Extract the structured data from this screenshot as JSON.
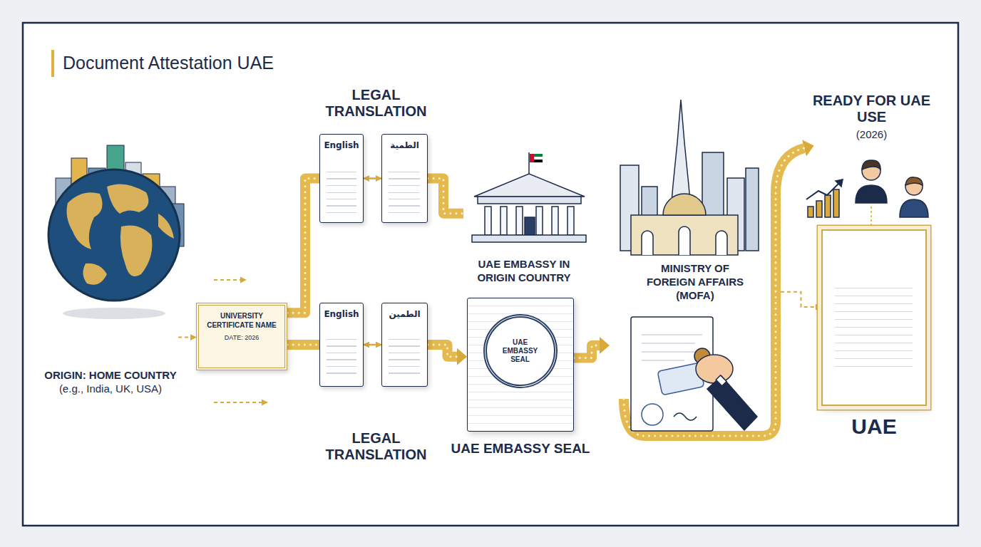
{
  "diagram": {
    "title": "Document Attestation UAE",
    "nodes": [
      {
        "text": [
          "ORIGIN: HOME COUNTRY",
          "(e.g., India, UK, USA)"
        ]
      },
      {
        "text": [
          "UNIVERSITY CERTIFICATE NAME",
          "DATE: 2026"
        ]
      },
      {
        "text": [
          "English"
        ]
      },
      {
        "text": [
          "الطمية"
        ]
      },
      {
        "text": [
          "English"
        ]
      },
      {
        "text": [
          "الطمين"
        ]
      },
      {
        "text": [
          "UAE EMBASSY IN ORIGIN COUNTRY"
        ]
      },
      {
        "text": [
          "UAE EMBASSY SEAL"
        ]
      },
      {
        "text": [
          "UAE EMBASSY SEAL"
        ],
        "in": 7
      },
      {
        "text": [
          "MINISTRY OF FOREIGN AFFAIRS (MOFA)"
        ]
      },
      {
        "text": [
          "UAE"
        ]
      }
    ],
    "edges": [
      {
        "from": 0,
        "to": 1,
        "arrow": "to"
      },
      {
        "from": 1,
        "to": 2,
        "arrow": "none"
      },
      {
        "from": 1,
        "to": 4,
        "arrow": "none"
      },
      {
        "from": 2,
        "to": 3,
        "arrow": "both"
      },
      {
        "from": 4,
        "to": 5,
        "arrow": "both"
      },
      {
        "from": 3,
        "to": 6,
        "arrow": "none"
      },
      {
        "from": 5,
        "to": 7,
        "arrow": "to"
      },
      {
        "from": 7,
        "to": 9,
        "arrow": "to"
      },
      {
        "from": 9,
        "to": 10,
        "arrow": "to"
      }
    ],
    "labels": [
      "LEGAL TRANSLATION",
      "LEGAL TRANSLATION",
      "READY FOR UAE USE",
      "(2026)"
    ]
  }
}
